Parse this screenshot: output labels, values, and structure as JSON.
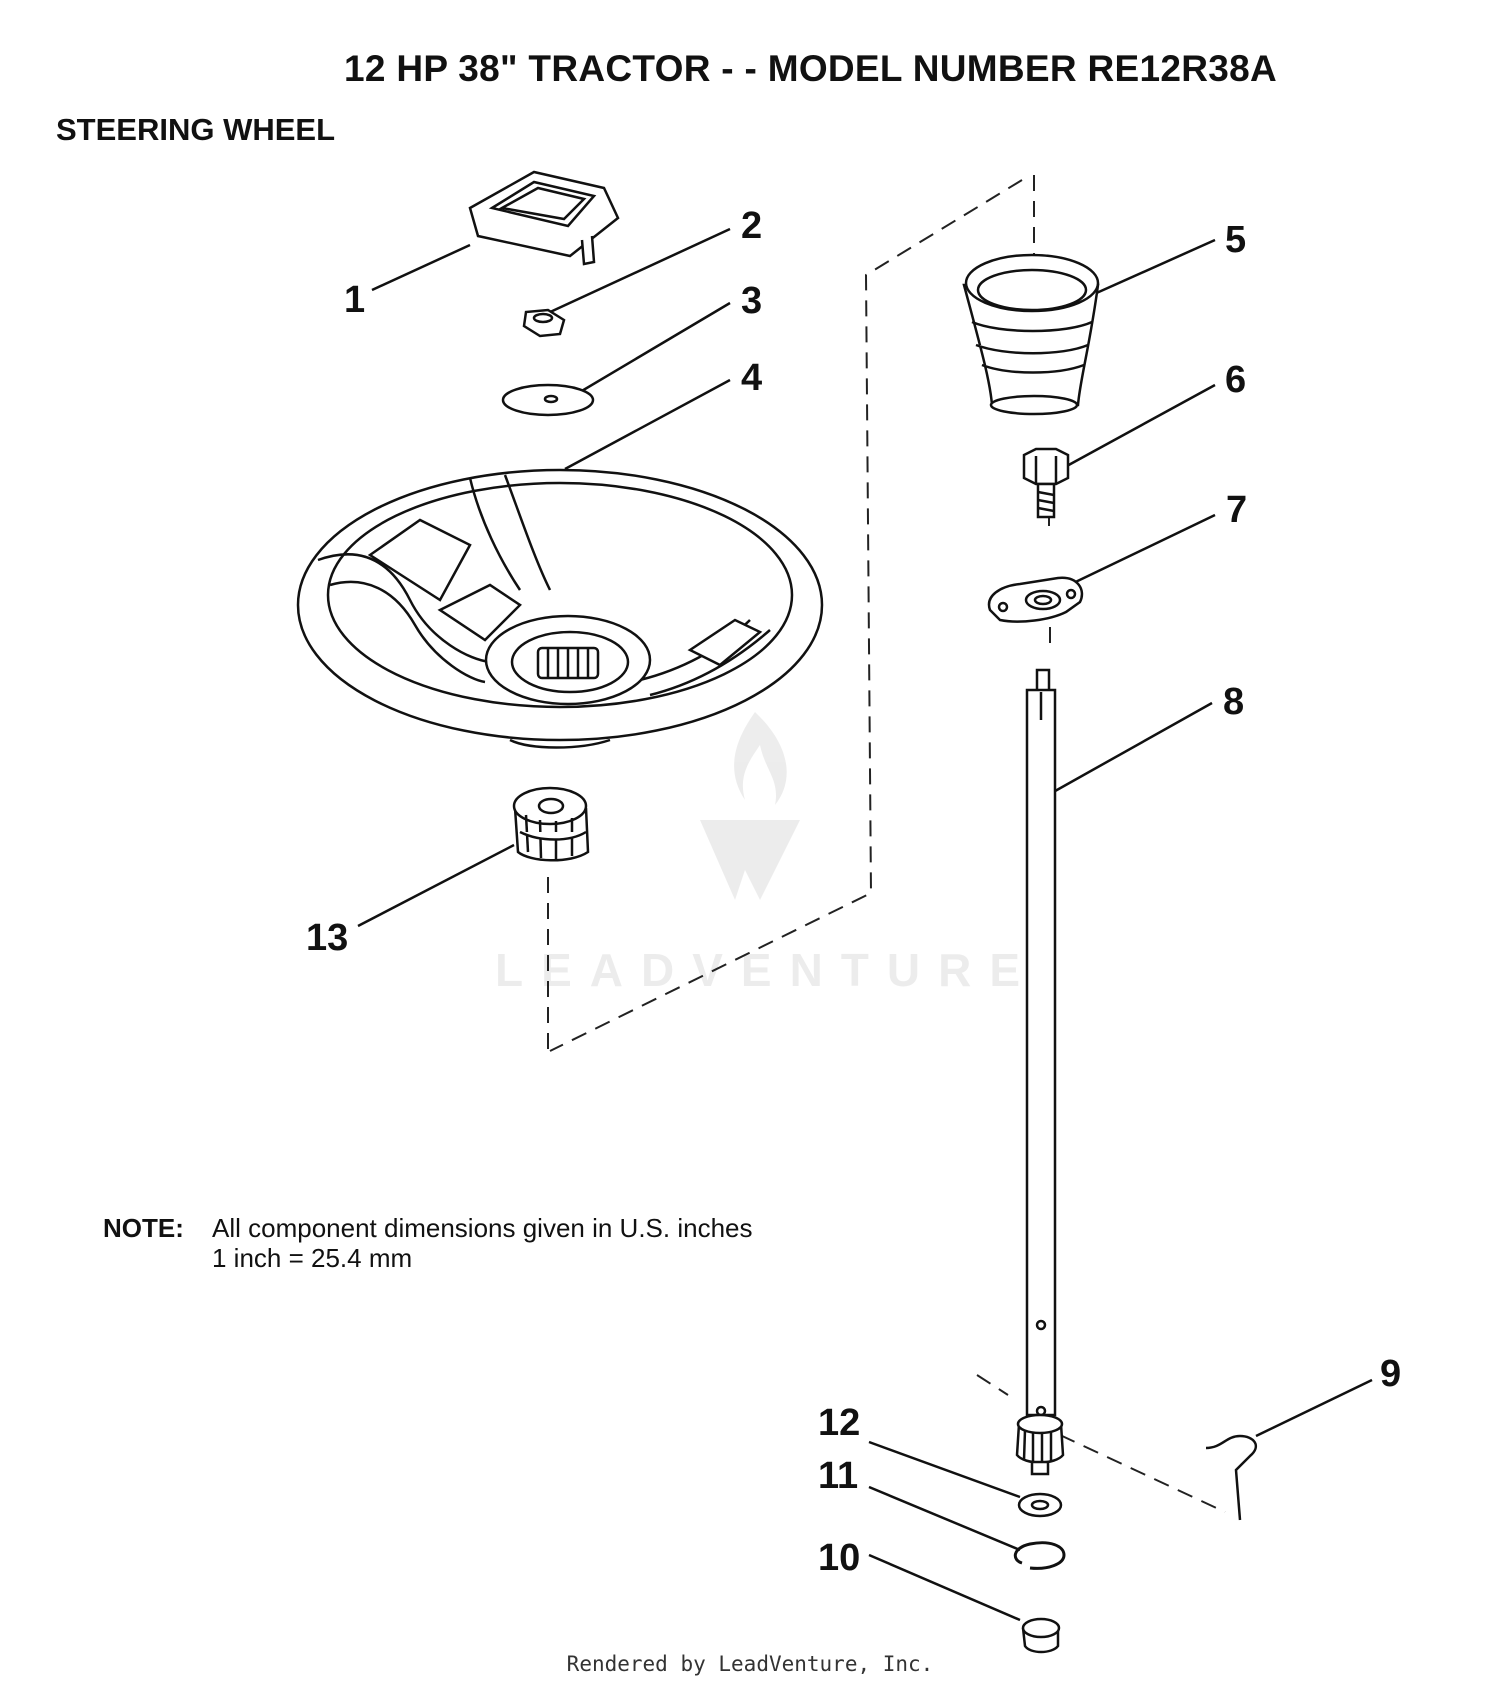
{
  "header": {
    "title": "12 HP 38\" TRACTOR - - MODEL NUMBER RE12R38A",
    "section": "STEERING WHEEL"
  },
  "callouts": [
    "1",
    "2",
    "3",
    "4",
    "5",
    "6",
    "7",
    "8",
    "9",
    "10",
    "11",
    "12",
    "13"
  ],
  "note": {
    "label": "NOTE:",
    "line1": "All component dimensions given in U.S. inches",
    "line2": "1 inch = 25.4 mm"
  },
  "watermark": {
    "text": "LEADVENTURE"
  },
  "footer": {
    "text": "Rendered by LeadVenture, Inc."
  }
}
